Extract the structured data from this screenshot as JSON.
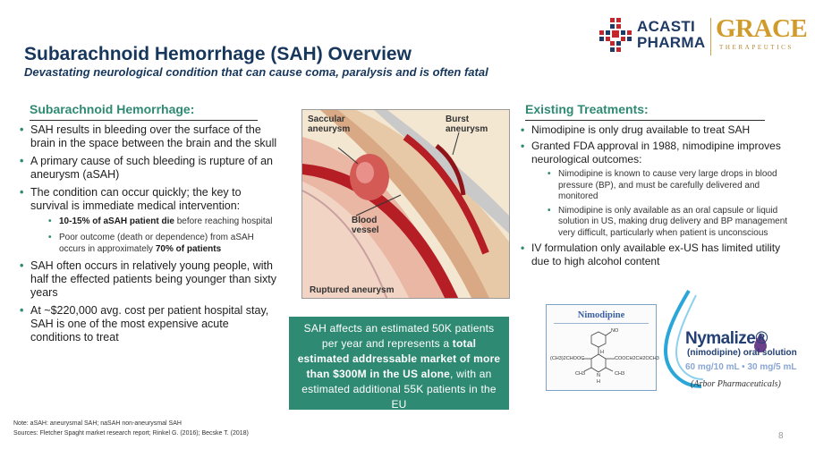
{
  "title": "Subarachnoid Hemorrhage (SAH) Overview",
  "subtitle": "Devastating neurological condition that can cause coma, paralysis and is often fatal",
  "logos": {
    "acasti_line1": "ACASTI",
    "acasti_line2": "PHARMA",
    "grace_word": "GRACE",
    "grace_sub": "THERAPEUTICS"
  },
  "left": {
    "heading": "Subarachnoid Hemorrhage:",
    "b1": "SAH results in bleeding over the surface of the brain in the space between the brain and the skull",
    "b2": "A primary cause of such bleeding is rupture of an aneurysm (aSAH)",
    "b3": "The condition can occur quickly; the key to survival is immediate medical intervention:",
    "b3_sub1_bold": "10-15% of aSAH patient die",
    "b3_sub1_rest": " before reaching hospital",
    "b3_sub2_text": "Poor outcome (death or dependence) from aSAH occurs in approximately ",
    "b3_sub2_bold": "70% of patients",
    "b4": "SAH often occurs in relatively young people, with half the effected patients being younger than sixty years",
    "b5": "At ~$220,000 avg. cost per patient hospital stay, SAH is one of the most expensive acute conditions to treat"
  },
  "illustration": {
    "label_saccular": "Saccular aneurysm",
    "label_burst": "Burst aneurysm",
    "label_vessel": "Blood vessel",
    "label_ruptured": "Ruptured aneurysm"
  },
  "callout": {
    "text1": "SAH affects an estimated 50K patients per year and represents a ",
    "bold": "total estimated addressable market of more than $300M in the US alone",
    "text2": ", with an estimated additional 55K patients in the EU"
  },
  "right": {
    "heading": "Existing Treatments:",
    "b1": "Nimodipine is only drug available to treat SAH",
    "b2": "Granted FDA approval in 1988, nimodipine improves neurological outcomes:",
    "b2_sub1": "Nimodipine is known to cause very large drops in blood pressure (BP), and must be carefully delivered and monitored",
    "b2_sub2": "Nimodipine is only available as an oral capsule or liquid solution in US, making drug delivery and BP management very difficult, particularly when patient is unconscious",
    "b3": "IV formulation only available ex-US has limited utility due to high alcohol content"
  },
  "nimodipine": {
    "title": "Nimodipine",
    "no2": "NO",
    "left_group": "(CH3)2CHOOC",
    "right_group": "COOCH2CH2OCH3",
    "ch3_left": "CH3",
    "ch3_right": "CH3",
    "nh_n": "N",
    "nh_h": "H",
    "h": "H"
  },
  "nymalize": {
    "name": "Nymalize®",
    "sub": "(nimodipine) oral solution",
    "dose": "60 mg/10 mL • 30 mg/5 mL",
    "maker": "(Arbor Pharmaceuticals)"
  },
  "footer": {
    "note": "Note: aSAH: aneurysmal SAH; naSAH non-aneurysmal SAH",
    "sources": "Sources: Fletcher Spaght market research report; Rinkel G. (2016); Becske T. (2018)",
    "page": "8"
  }
}
